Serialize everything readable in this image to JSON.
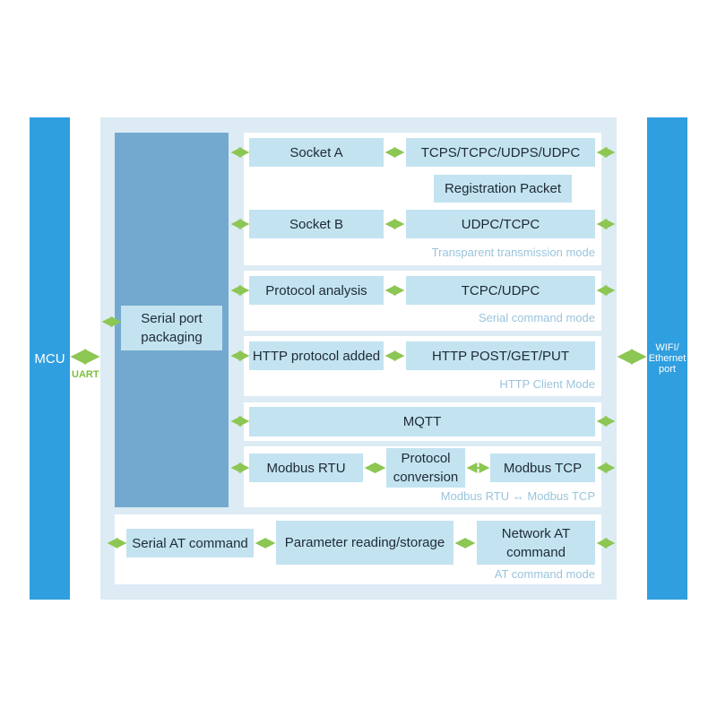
{
  "left_bar": {
    "label": "MCU"
  },
  "right_bar": {
    "label": "WIFI/\nEthernet\nport"
  },
  "uart_label": "UART",
  "serial_packaging": {
    "label": "Serial port\npackaging"
  },
  "sections": {
    "transparent": {
      "socket_a": "Socket A",
      "protocol_a": "TCPS/TCPC/UDPS/UDPC",
      "registration": "Registration Packet",
      "socket_b": "Socket B",
      "protocol_b": "UDPC/TCPC",
      "mode": "Transparent transmission mode"
    },
    "serial_command": {
      "analysis": "Protocol analysis",
      "protocol": "TCPC/UDPC",
      "mode": "Serial command mode"
    },
    "http": {
      "added": "HTTP protocol added",
      "methods": "HTTP POST/GET/PUT",
      "mode": "HTTP Client Mode"
    },
    "mqtt": {
      "label": "MQTT"
    },
    "modbus": {
      "rtu": "Modbus RTU",
      "conversion": "Protocol\nconversion",
      "tcp": "Modbus TCP",
      "mode": "Modbus RTU ↔ Modbus TCP"
    },
    "at_command": {
      "serial_at": "Serial AT command",
      "param": "Parameter reading/storage",
      "network_at": "Network AT\ncommand",
      "mode": "AT command mode"
    }
  },
  "colors": {
    "bar": "#2f9fdf",
    "outer": "#dcebf4",
    "serial_column": "#74a9cf",
    "box": "#c3e3f1",
    "arrow": "#8cc653",
    "mode_text": "#9ac4dc"
  }
}
